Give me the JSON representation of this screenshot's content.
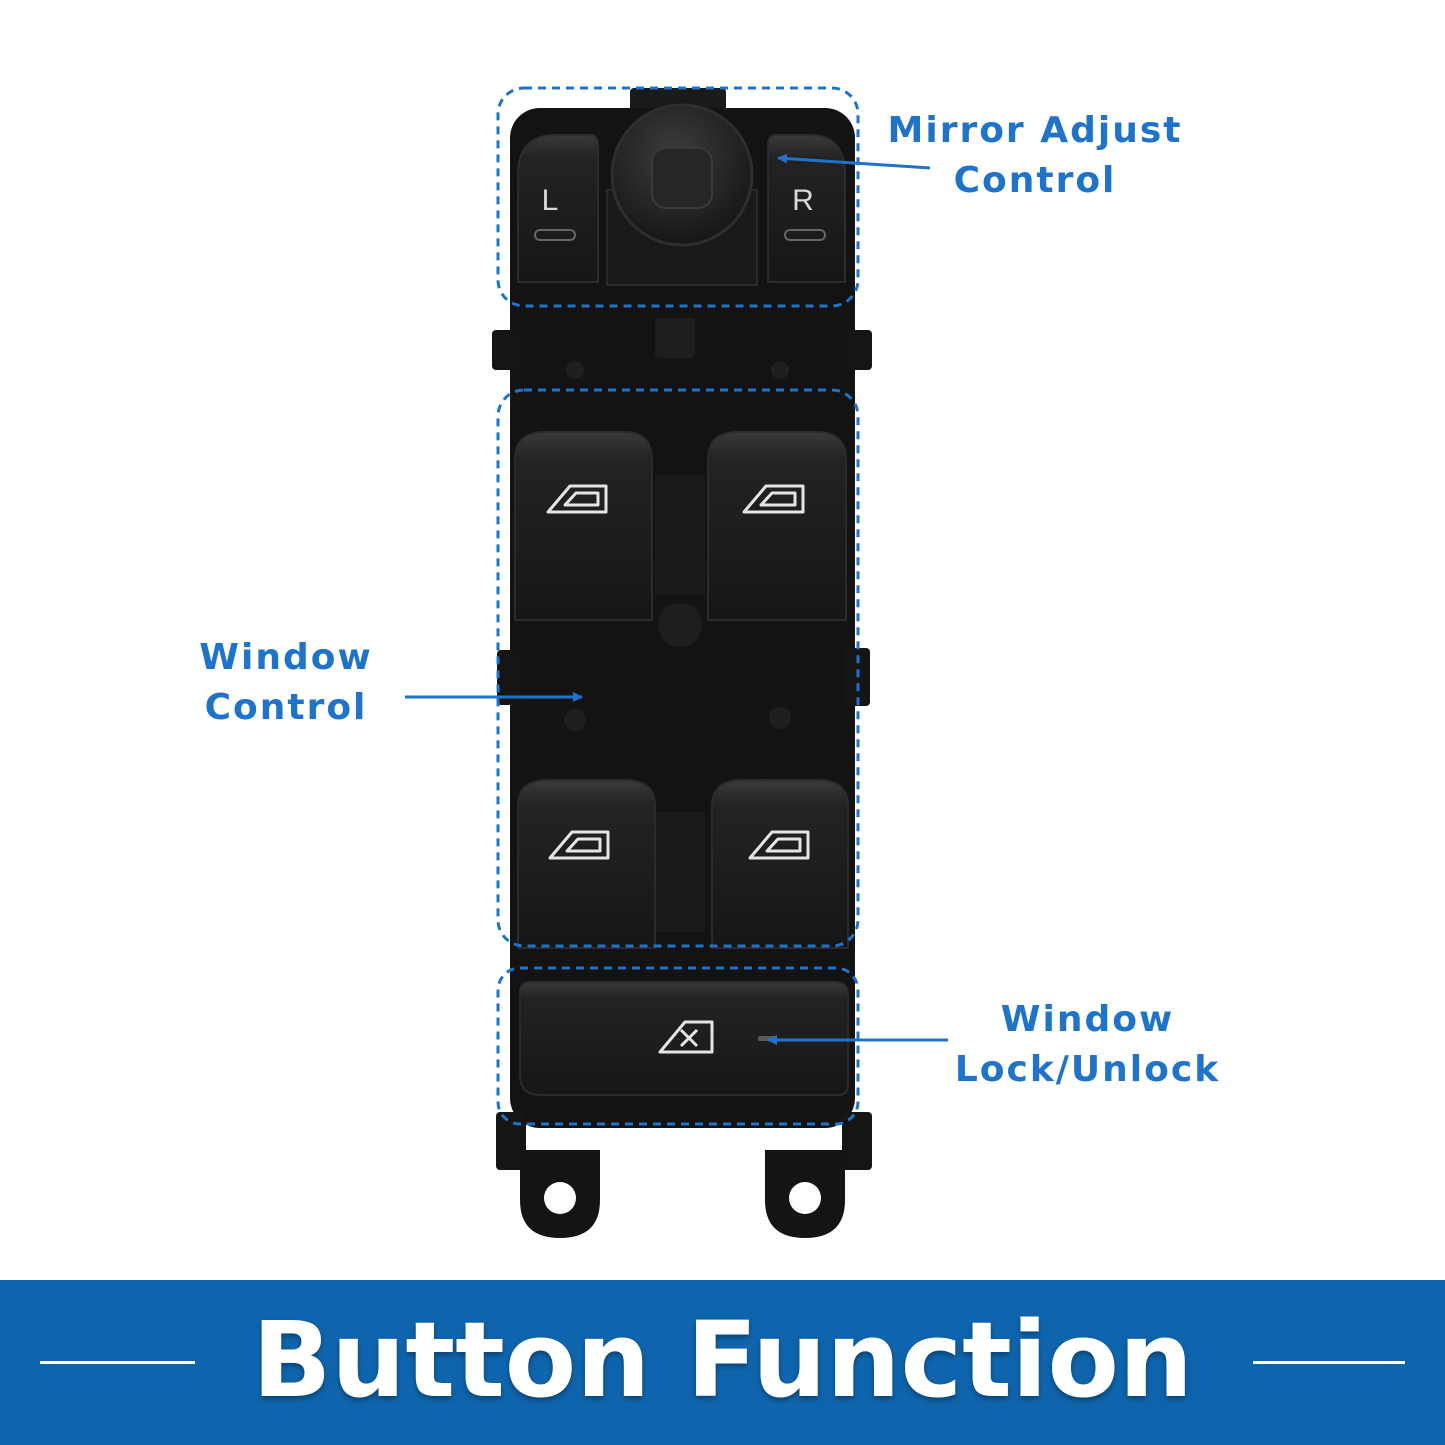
{
  "callouts": {
    "mirror": {
      "line1": "Mirror Adjust",
      "line2": "Control"
    },
    "window": {
      "line1": "Window",
      "line2": "Control"
    },
    "lock": {
      "line1": "Window",
      "line2": "Lock/Unlock"
    }
  },
  "mirror_buttons": {
    "left": "L",
    "right": "R"
  },
  "banner": {
    "title": "Button Function"
  },
  "colors": {
    "accent": "#1f74c9",
    "banner": "#0f65ad",
    "switch_body": "#111111",
    "button": "#1c1c1c"
  },
  "icons": {
    "window": "window-icon",
    "lock": "window-lock-icon",
    "mirror_knob": "mirror-joystick-icon"
  }
}
